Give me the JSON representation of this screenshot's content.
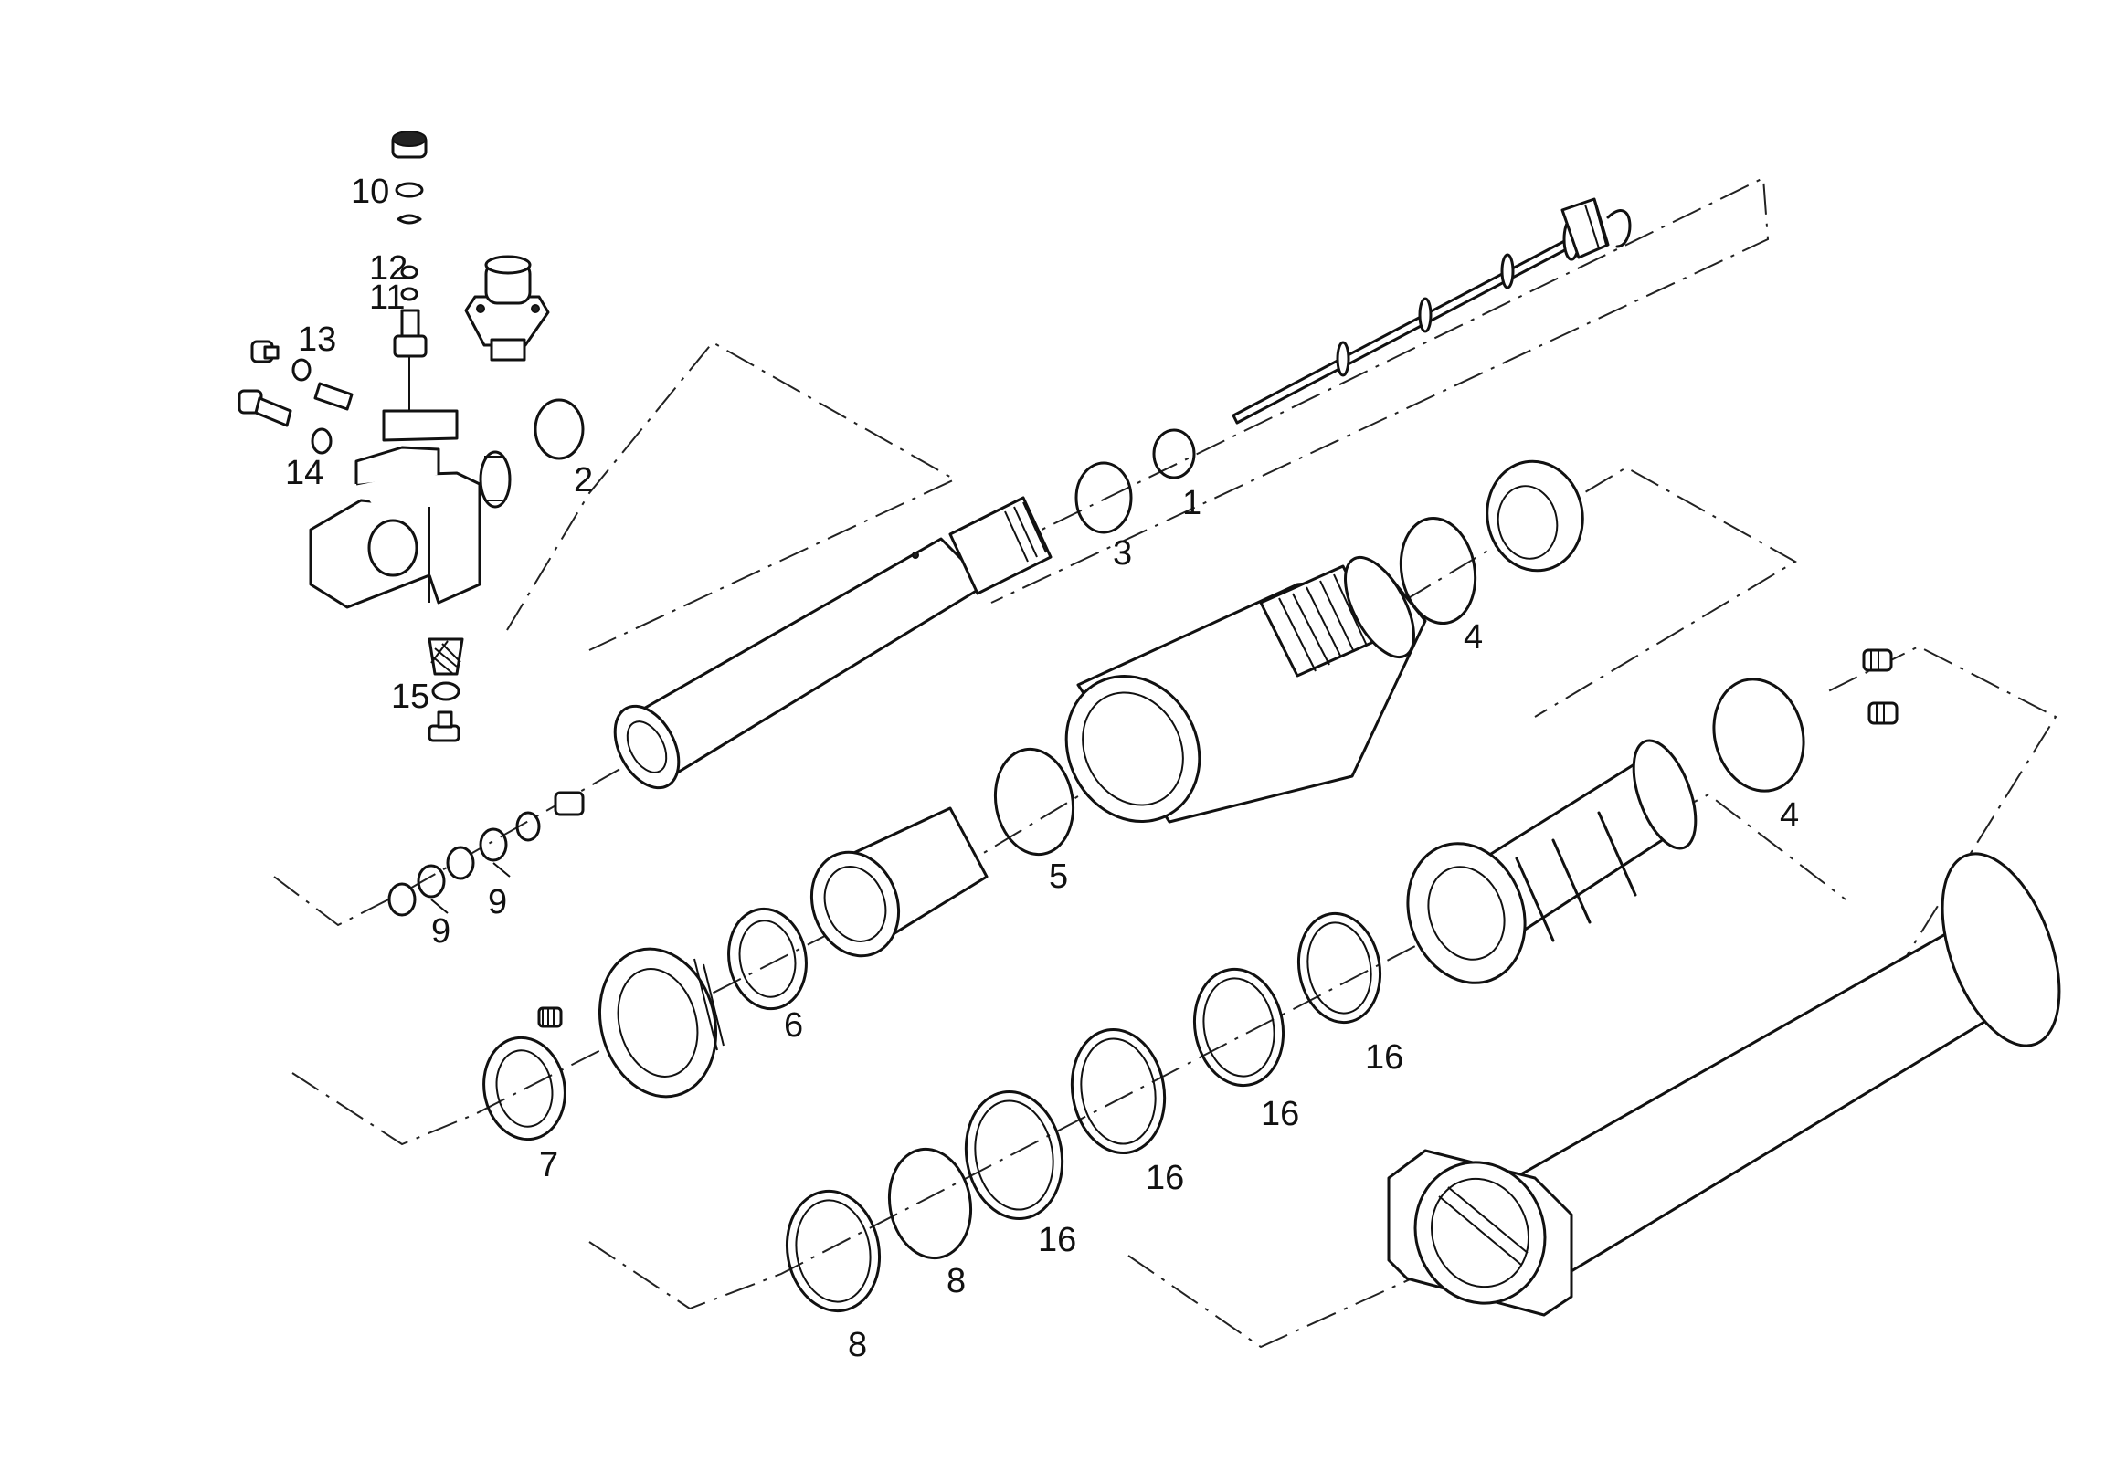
{
  "callouts": {
    "c1": "1",
    "c2": "2",
    "c3": "3",
    "c4a": "4",
    "c4b": "4",
    "c5": "5",
    "c6": "6",
    "c7": "7",
    "c8a": "8",
    "c8b": "8",
    "c9a": "9",
    "c9b": "9",
    "c10": "10",
    "c11": "11",
    "c12": "12",
    "c13": "13",
    "c14": "14",
    "c15": "15",
    "c16a": "16",
    "c16b": "16",
    "c16c": "16",
    "c16d": "16"
  },
  "colors": {
    "ink": "#111111",
    "paper": "#ffffff"
  }
}
